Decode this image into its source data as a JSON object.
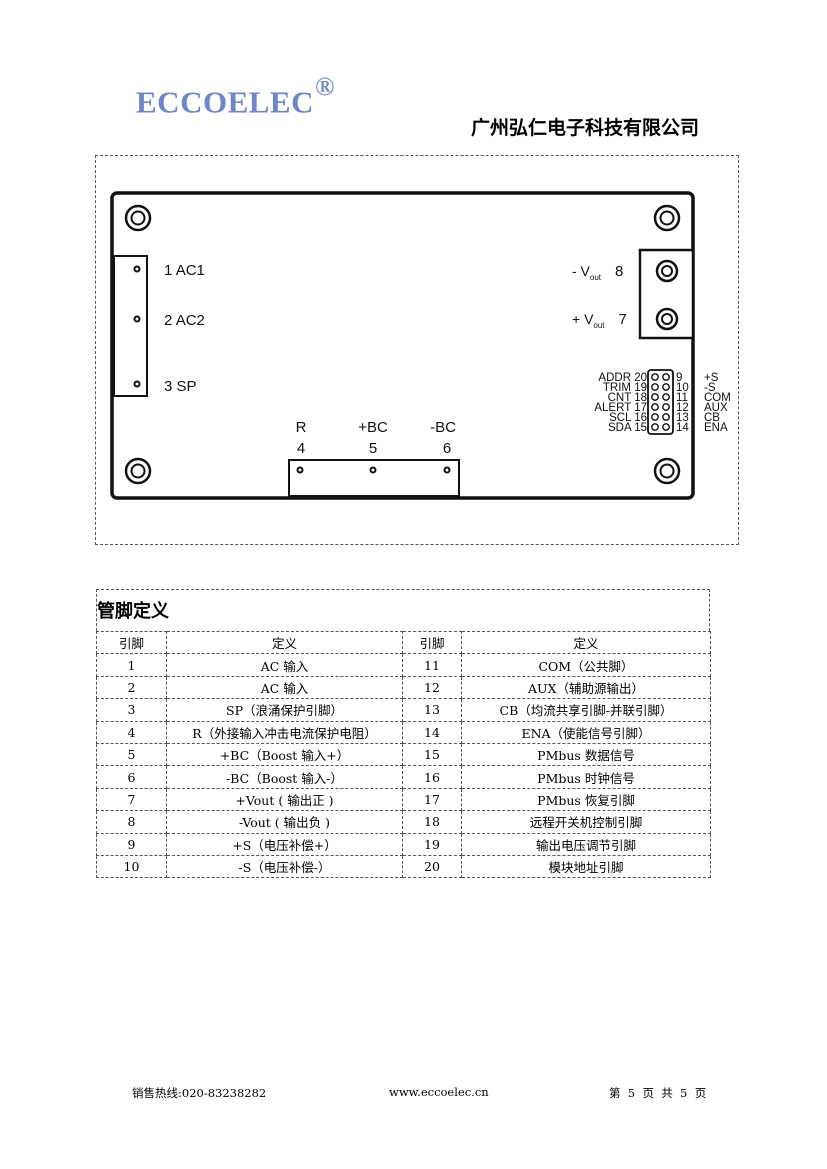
{
  "header": {
    "logo_text": "ECCOELEC",
    "logo_mark": "®",
    "logo_color": "#6f86c9",
    "company": "广州弘仁电子科技有限公司"
  },
  "diagram": {
    "left_pins": [
      {
        "num": "1",
        "name": "AC1"
      },
      {
        "num": "2",
        "name": "AC2"
      },
      {
        "num": "3",
        "name": "SP"
      }
    ],
    "bottom_pins": [
      {
        "name": "R",
        "num": "4"
      },
      {
        "name": "+BC",
        "num": "5"
      },
      {
        "name": "-BC",
        "num": "6"
      }
    ],
    "output_pins": [
      {
        "sign": "- V",
        "sub": "out",
        "num": "8"
      },
      {
        "sign": "+ V",
        "sub": "out",
        "num": "7"
      }
    ],
    "signal_left": [
      "ADDR 20",
      "TRIM 19",
      "CNT 18",
      "ALERT 17",
      "SCL 16",
      "SDA 15"
    ],
    "signal_nums": [
      "9",
      "10",
      "11",
      "12",
      "13",
      "14"
    ],
    "signal_right": [
      "+S",
      "-S",
      "COM",
      "AUX",
      "CB",
      "ENA"
    ]
  },
  "pin_table": {
    "title": "管脚定义",
    "headers": [
      "引脚",
      "定义",
      "引脚",
      "定义"
    ],
    "rows": [
      [
        "1",
        "AC 输入",
        "11",
        "COM（公共脚）"
      ],
      [
        "2",
        "AC  输入",
        "12",
        "AUX（辅助源输出）"
      ],
      [
        "3",
        "SP（浪涌保护引脚）",
        "13",
        "CB（均流共享引脚-并联引脚）"
      ],
      [
        "4",
        "R（外接输入冲击电流保护电阻）",
        "14",
        "ENA（使能信号引脚）"
      ],
      [
        "5",
        "+BC（Boost 输入+）",
        "15",
        "PMbus 数据信号"
      ],
      [
        "6",
        "-BC（Boost 输入-）",
        "16",
        "PMbus 时钟信号"
      ],
      [
        "7",
        "+Vout (  输出正  )",
        "17",
        "PMbus 恢复引脚"
      ],
      [
        "8",
        "-Vout (  输出负  )",
        "18",
        "远程开关机控制引脚"
      ],
      [
        "9",
        "+S（电压补偿+）",
        "19",
        "输出电压调节引脚"
      ],
      [
        "10",
        "-S（电压补偿-）",
        "20",
        "模块地址引脚"
      ]
    ]
  },
  "footer": {
    "hotline": "销售热线:020-83238282",
    "website": "www.eccoelec.cn",
    "page": "第  5  页  共  5  页"
  }
}
